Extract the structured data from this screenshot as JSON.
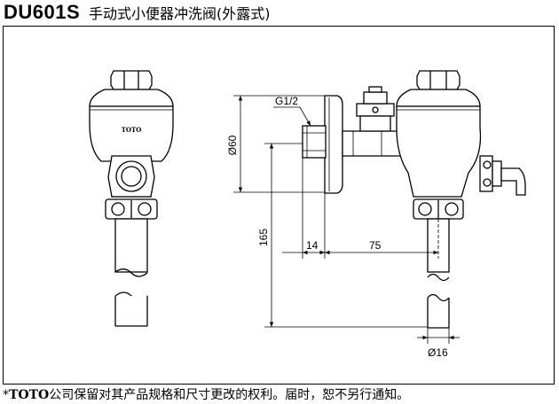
{
  "header": {
    "model": "DU601S",
    "product_name": "手动式小便器冲洗阀(外露式)"
  },
  "front_view": {
    "brand_label": "TOTO"
  },
  "dimensions": {
    "thread": "G1/2",
    "diameter_flange": "Ø60",
    "height": "165",
    "offset": "14",
    "length": "75",
    "pipe_diameter": "Ø16"
  },
  "footnote": {
    "marker": "*",
    "brand": "TOTO",
    "text": "公司保留对其产品规格和尺寸更改的权利。届时，恕不另行通知。"
  }
}
